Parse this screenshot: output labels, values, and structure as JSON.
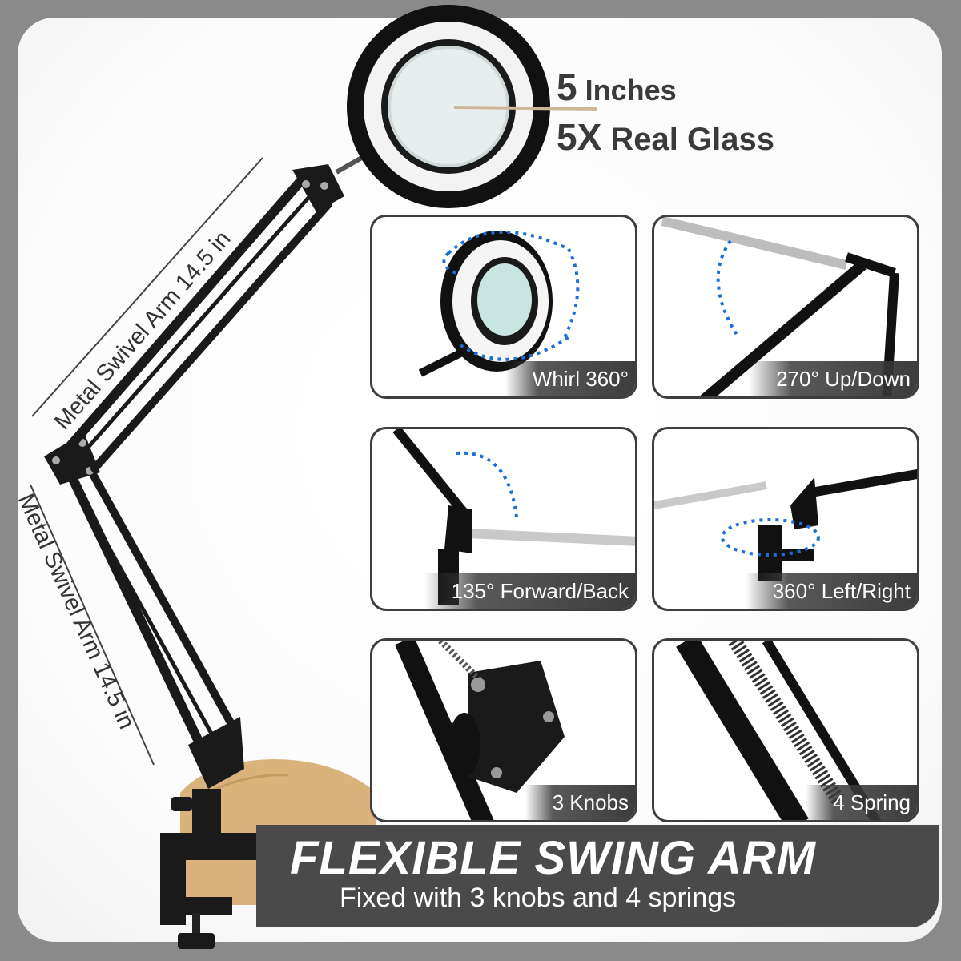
{
  "headline": {
    "size_number": "5",
    "size_unit": "Inches",
    "power_number": "5X",
    "power_text": "Real Glass"
  },
  "arm_labels": {
    "upper": "Metal Swivel Arm 14.5 in",
    "lower": "Metal Swivel Arm 14.5 in"
  },
  "features": [
    {
      "label": "Whirl 360°"
    },
    {
      "label": "270° Up/Down"
    },
    {
      "label": "135° Forward/Back"
    },
    {
      "label": "360° Left/Right"
    },
    {
      "label": "3 Knobs"
    },
    {
      "label": "4 Spring"
    }
  ],
  "banner": {
    "title": "FLEXIBLE SWING ARM",
    "subtitle": "Fixed with 3 knobs and 4 springs"
  },
  "colors": {
    "arrow_blue": "#1d6fd6",
    "banner": "#4a4a4a",
    "lamp_black": "#1a1a1a",
    "desk_wood": "#d9b27c"
  }
}
